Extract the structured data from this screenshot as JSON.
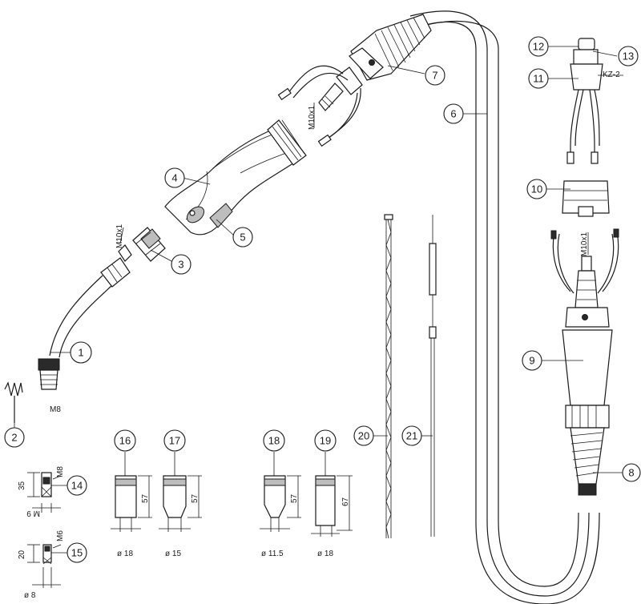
{
  "callouts": [
    "1",
    "2",
    "3",
    "4",
    "5",
    "6",
    "7",
    "8",
    "9",
    "10",
    "11",
    "12",
    "13",
    "14",
    "15",
    "16",
    "17",
    "18",
    "19",
    "20",
    "21"
  ],
  "labels": {
    "thread_m10x1_a": "M10x1",
    "thread_m10x1_b": "M10x1",
    "thread_m10x1_c": "M10x1",
    "thread_m8": "M8",
    "thread_m8_b": "M8",
    "thread_m6": "M6",
    "thread_m9": "M 9",
    "connector_kz2": "KZ-2",
    "dim_35": "35",
    "dim_20": "20",
    "dim_57_a": "57",
    "dim_57_b": "57",
    "dim_57_c": "57",
    "dim_67": "67",
    "dia_18_a": "ø 18",
    "dia_15": "ø 15",
    "dia_11_5": "ø 11.5",
    "dia_18_b": "ø 18",
    "dia_8": "ø 8"
  }
}
